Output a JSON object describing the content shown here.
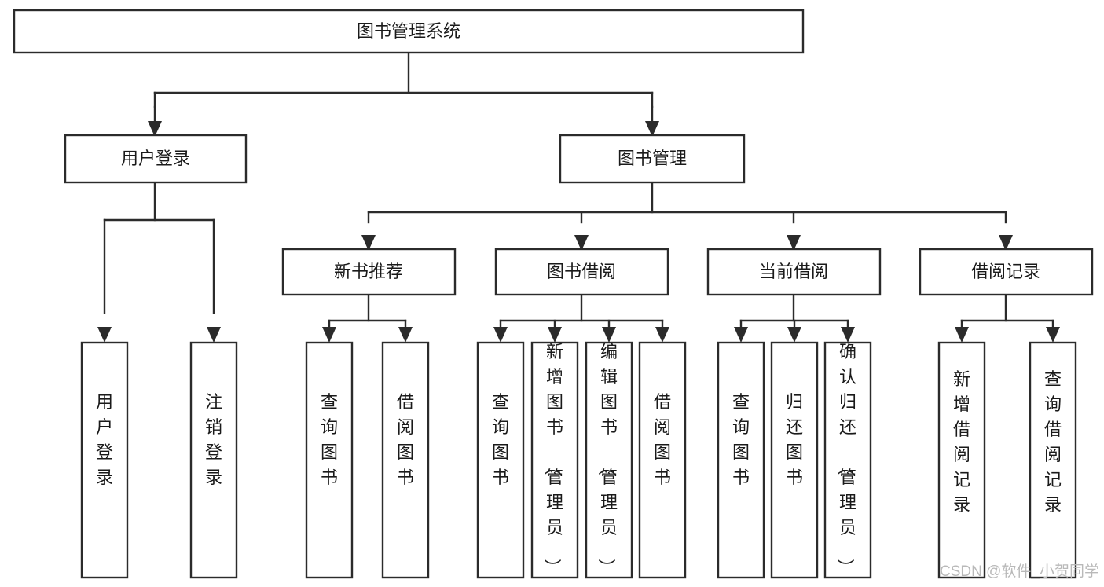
{
  "diagram": {
    "title": "图书管理系统",
    "type": "功能结构图",
    "watermark": "CSDN @软件_小贺同学",
    "colors": {
      "stroke": "#2b2b2b",
      "fill": "#ffffff",
      "text": "#1a1a1a",
      "watermark": "#b9b9b9"
    },
    "nodes": {
      "root": {
        "label": "图书管理系统",
        "orientation": "horizontal",
        "level": 1
      },
      "user_login": {
        "label": "用户登录",
        "orientation": "horizontal",
        "level": 2
      },
      "book_manage": {
        "label": "图书管理",
        "orientation": "horizontal",
        "level": 2
      },
      "new_book_rec": {
        "label": "新书推荐",
        "orientation": "horizontal",
        "level": 3
      },
      "book_borrow": {
        "label": "图书借阅",
        "orientation": "horizontal",
        "level": 3
      },
      "current_borrow": {
        "label": "当前借阅",
        "orientation": "horizontal",
        "level": 3
      },
      "borrow_record": {
        "label": "借阅记录",
        "orientation": "horizontal",
        "level": 3
      },
      "leaf_user_login": {
        "label": "用户登录",
        "orientation": "vertical",
        "level": 3
      },
      "leaf_logout": {
        "label": "注销登录",
        "orientation": "vertical",
        "level": 3
      },
      "leaf_query_book_a": {
        "label": "查询图书",
        "orientation": "vertical",
        "level": 4
      },
      "leaf_borrow_book_a": {
        "label": "借阅图书",
        "orientation": "vertical",
        "level": 4
      },
      "leaf_query_book_b": {
        "label": "查询图书",
        "orientation": "vertical",
        "level": 4
      },
      "leaf_add_book": {
        "label": "新增图书（管理员）",
        "orientation": "vertical",
        "level": 4
      },
      "leaf_edit_book": {
        "label": "编辑图书（管理员）",
        "orientation": "vertical",
        "level": 4
      },
      "leaf_borrow_book_b": {
        "label": "借阅图书",
        "orientation": "vertical",
        "level": 4
      },
      "leaf_query_book_c": {
        "label": "查询图书",
        "orientation": "vertical",
        "level": 4
      },
      "leaf_return_book": {
        "label": "归还图书",
        "orientation": "vertical",
        "level": 4
      },
      "leaf_confirm_return": {
        "label": "确认归还（管理员）",
        "orientation": "vertical",
        "level": 4
      },
      "leaf_add_record": {
        "label": "新增借阅记录",
        "orientation": "vertical",
        "level": 4
      },
      "leaf_query_record": {
        "label": "查询借阅记录",
        "orientation": "vertical",
        "level": 4
      }
    }
  }
}
